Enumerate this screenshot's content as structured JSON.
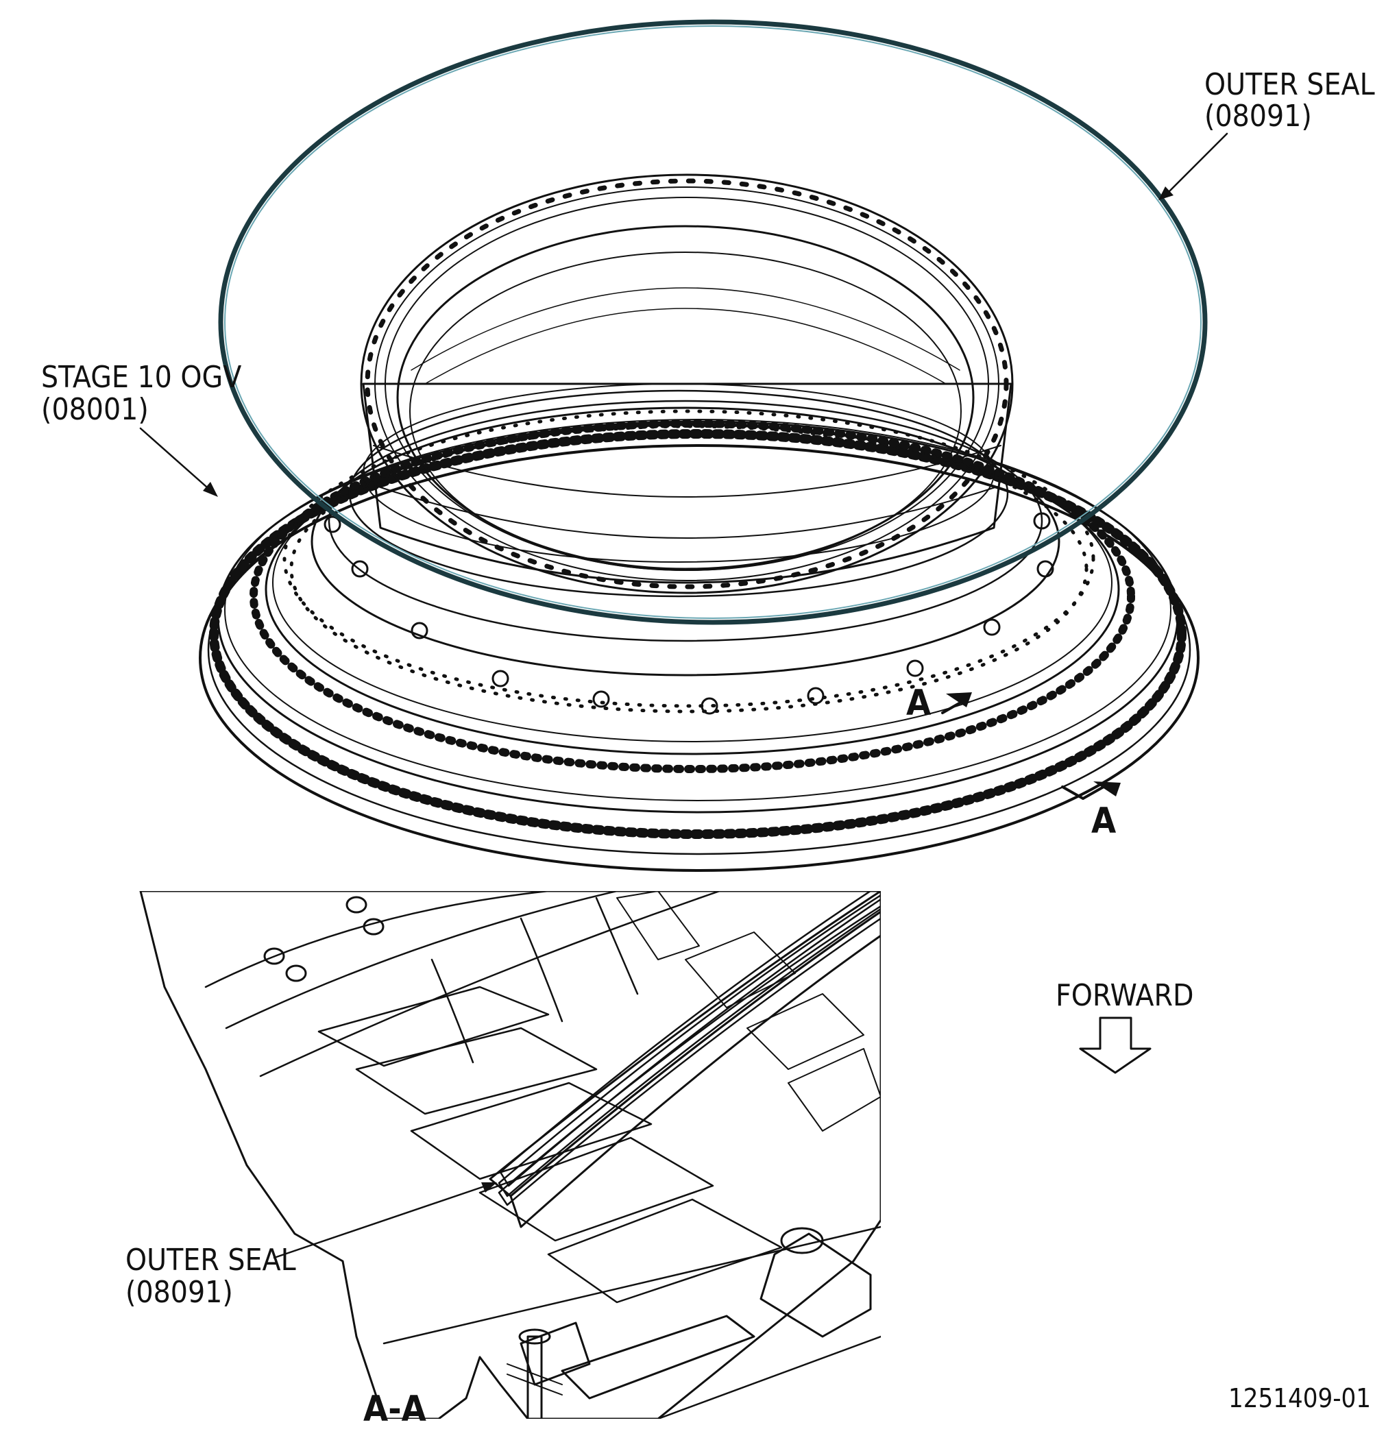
{
  "labels": {
    "outer_seal_top_name": "OUTER SEAL",
    "outer_seal_top_code": "(08091)",
    "stage10_name": "STAGE 10 OGV",
    "stage10_code": "(08001)",
    "section_marker_upper": "A",
    "section_marker_lower": "A",
    "forward": "FORWARD",
    "outer_seal_detail_name": "OUTER SEAL",
    "outer_seal_detail_code": "(08091)",
    "section_view_title": "A-A",
    "figure_number": "1251409-01"
  },
  "colors": {
    "part_fill": "#fbf8c7",
    "seal_fill": "#bfe3ec",
    "line": "#111111",
    "seal_ring": "#1b3a40"
  }
}
